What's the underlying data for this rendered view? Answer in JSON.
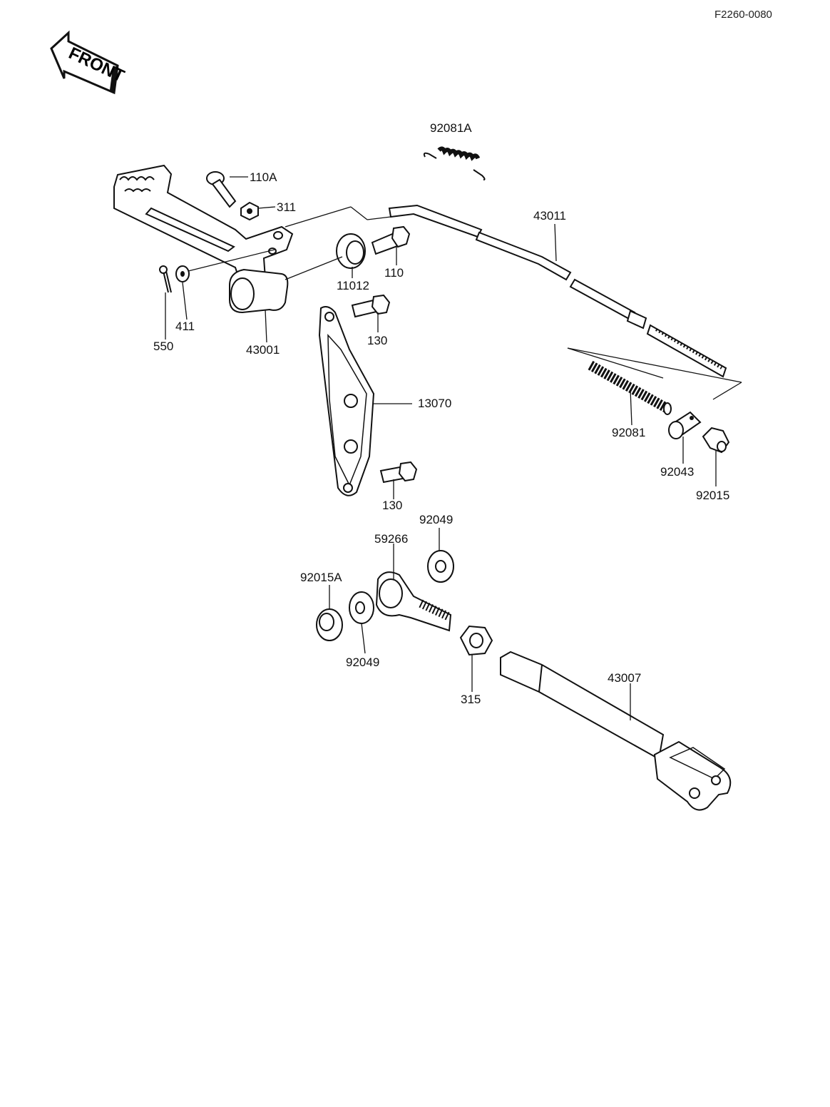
{
  "drawing_code": "F2260-0080",
  "direction_arrow": {
    "text": "FRONT",
    "icon": "front-arrow-icon"
  },
  "callouts": {
    "c92081A": "92081A",
    "c110A": "110A",
    "c311": "311",
    "c43011": "43011",
    "c110": "110",
    "c11012": "11012",
    "c411": "411",
    "c550": "550",
    "c43001": "43001",
    "c130a": "130",
    "c13070": "13070",
    "c92081": "92081",
    "c92043": "92043",
    "c92015": "92015",
    "c130b": "130",
    "c92049a": "92049",
    "c59266": "59266",
    "c92015A": "92015A",
    "c92049b": "92049",
    "c315": "315",
    "c43007": "43007"
  }
}
